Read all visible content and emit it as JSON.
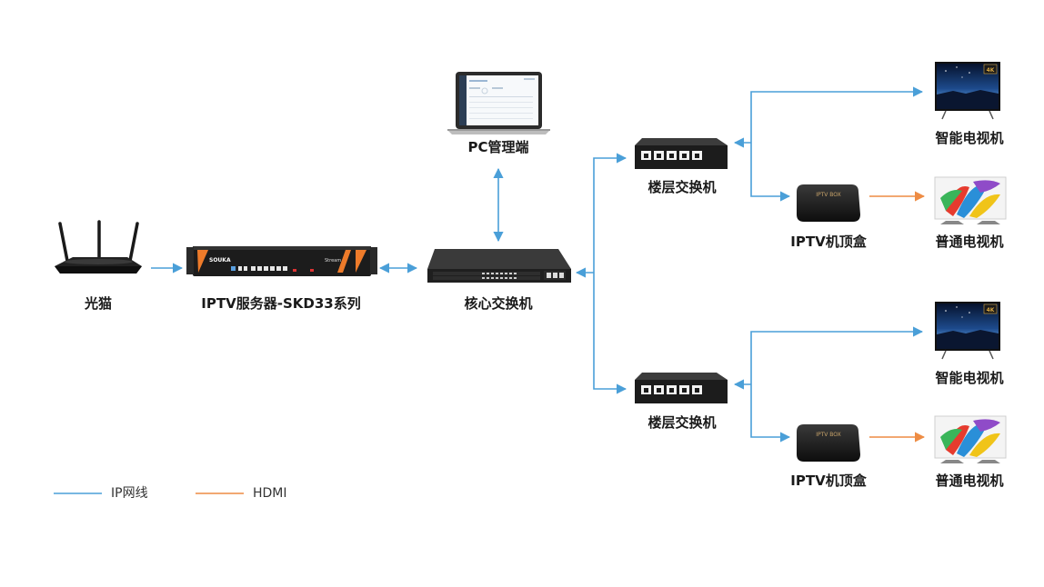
{
  "nodes": {
    "modem": "光猫",
    "server": "IPTV服务器-SKD33系列",
    "server_brand": "SOUKA",
    "server_model": "Stream",
    "pc": "PC管理端",
    "core_switch": "核心交换机",
    "floor_switch_1": "楼层交换机",
    "floor_switch_2": "楼层交换机",
    "stb_1": "IPTV机顶盒",
    "stb_2": "IPTV机顶盒",
    "stb_box_text": "IPTV BOX",
    "smart_tv_1": "智能电视机",
    "smart_tv_2": "智能电视机",
    "normal_tv_1": "普通电视机",
    "normal_tv_2": "普通电视机",
    "tv_4k_badge": "4K"
  },
  "legend": {
    "ip_cable": "IP网线",
    "hdmi": "HDMI"
  },
  "colors": {
    "ip_cable": "#4a9fd8",
    "hdmi": "#ee8c44"
  }
}
